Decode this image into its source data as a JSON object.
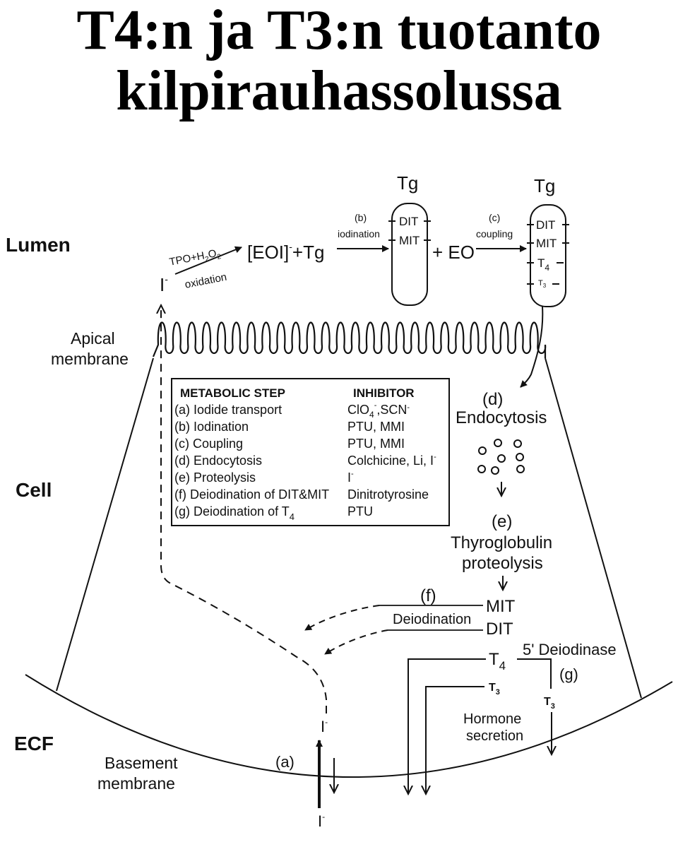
{
  "title": {
    "line1": "T4:n ja T3:n tuotanto",
    "line2": "kilpirauhassolussa"
  },
  "regions": {
    "lumen": "Lumen",
    "cell": "Cell",
    "ecf": "ECF"
  },
  "membranes": {
    "apical_1": "Apical",
    "apical_2": "membrane",
    "basement_1": "Basement",
    "basement_2": "membrane"
  },
  "lumen_reactions": {
    "iodide": "I",
    "iodide_charge": "-",
    "oxidation_reagent": "TPO+H",
    "h2o2_sub_2a": "2",
    "h2o2_o": "O",
    "h2o2_sub_2b": "2",
    "oxidation_label": "oxidation",
    "eoi_complex": "[EOI]",
    "eoi_charge": "-",
    "eoi_plus_tg": "+Tg",
    "step_b": "(b)",
    "iodination_label": "iodination",
    "tg_1": "Tg",
    "dit": "DIT",
    "mit": "MIT",
    "plus_eo": "+ EO",
    "step_c": "(c)",
    "coupling_label": "coupling",
    "tg_2": "Tg",
    "t4_t": "T",
    "t4_sub": "4",
    "t3_small": "T",
    "t3_small_sub": "3"
  },
  "table": {
    "header_step": "METABOLIC STEP",
    "header_inhibitor": "INHIBITOR",
    "rows": [
      {
        "step": "(a) Iodide transport",
        "inhibitor": "ClO",
        "inhibitor_sub": "4",
        "inhibitor_rest": ",SCN"
      },
      {
        "step": "(b) Iodination",
        "inhibitor": "PTU, MMI"
      },
      {
        "step": "(c) Coupling",
        "inhibitor": "PTU, MMI"
      },
      {
        "step": "(d) Endocytosis",
        "inhibitor": "Colchicine, Li, I"
      },
      {
        "step": "(e) Proteolysis",
        "inhibitor": "I"
      },
      {
        "step": "(f) Deiodination of DIT&MIT",
        "inhibitor": "Dinitrotyrosine"
      },
      {
        "step": "(g) Deiodination of T",
        "step_sub": "4",
        "inhibitor": "PTU"
      }
    ]
  },
  "cell_process": {
    "step_d": "(d)",
    "endocytosis": "Endocytosis",
    "step_e": "(e)",
    "proteolysis_1": "Thyroglobulin",
    "proteolysis_2": "proteolysis",
    "step_f": "(f)",
    "mit": "MIT",
    "deiodination": "Deiodination",
    "dit": "DIT",
    "t4": "T",
    "t4_sub": "4",
    "deiodinase": "5' Deiodinase",
    "step_g": "(g)",
    "t3_a": "T",
    "t3_a_sub": "3",
    "t3_b": "T",
    "t3_b_sub": "3",
    "hormone_1": "Hormone",
    "hormone_2": "secretion",
    "iodide_cell": "I",
    "step_a": "(a)",
    "iodide_ecf": "I"
  },
  "colors": {
    "ink": "#111111",
    "background": "#ffffff"
  }
}
